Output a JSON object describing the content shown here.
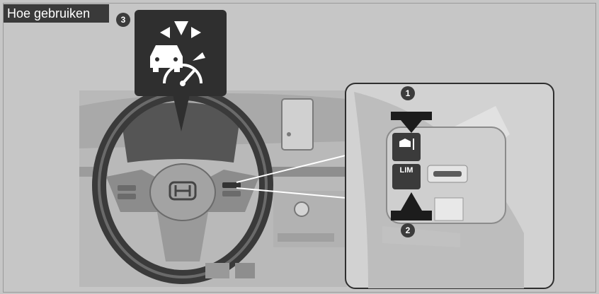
{
  "header": {
    "section_label": "Hoe gebruiken"
  },
  "callouts": {
    "step_1": "1",
    "step_2": "2",
    "step_3": "3"
  },
  "button_label": "LIM",
  "icons": {
    "indicator": "car-speedometer-icon",
    "lane_button": "lane-keeping-icon"
  },
  "colors": {
    "background": "#c6c6c6",
    "dark": "#2f2f2f",
    "label_bg": "#3a3a3a",
    "text_light": "#ffffff"
  }
}
